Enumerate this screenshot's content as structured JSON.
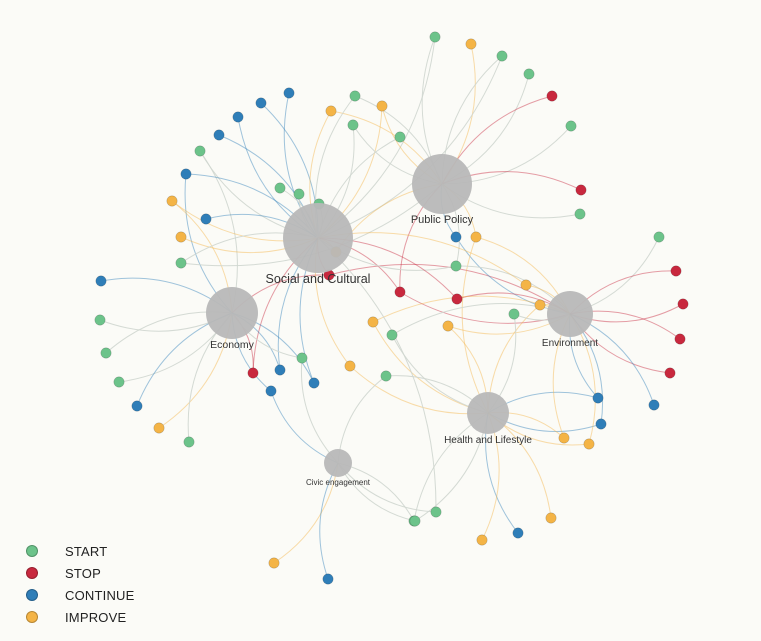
{
  "colors": {
    "START": "#6cc38a",
    "STOP": "#c8283e",
    "CONTINUE": "#2f7eb8",
    "IMPROVE": "#f4b446",
    "hub": "#b8b8b8"
  },
  "legend": [
    {
      "key": "START",
      "label": "START"
    },
    {
      "key": "STOP",
      "label": "STOP"
    },
    {
      "key": "CONTINUE",
      "label": "CONTINUE"
    },
    {
      "key": "IMPROVE",
      "label": "IMPROVE"
    }
  ],
  "hubs": [
    {
      "id": "social",
      "label": "Social and Cultural"
    },
    {
      "id": "policy",
      "label": "Public Policy"
    },
    {
      "id": "economy",
      "label": "Economy"
    },
    {
      "id": "environment",
      "label": "Environment"
    },
    {
      "id": "health",
      "label": "Health and Lifestyle"
    },
    {
      "id": "civic",
      "label": "Civic engagement"
    }
  ],
  "nodes": [
    {
      "type": "START",
      "links": [
        "policy",
        "social"
      ]
    },
    {
      "type": "IMPROVE",
      "links": [
        "policy"
      ]
    },
    {
      "type": "START",
      "links": [
        "policy",
        "social"
      ]
    },
    {
      "type": "START",
      "links": [
        "policy"
      ]
    },
    {
      "type": "STOP",
      "links": [
        "policy"
      ]
    },
    {
      "type": "START",
      "links": [
        "policy"
      ]
    },
    {
      "type": "STOP",
      "links": [
        "policy"
      ]
    },
    {
      "type": "START",
      "links": [
        "policy"
      ]
    },
    {
      "type": "CONTINUE",
      "links": [
        "social"
      ]
    },
    {
      "type": "CONTINUE",
      "links": [
        "social"
      ]
    },
    {
      "type": "CONTINUE",
      "links": [
        "social"
      ]
    },
    {
      "type": "CONTINUE",
      "links": [
        "social"
      ]
    },
    {
      "type": "START",
      "links": [
        "social",
        "economy"
      ]
    },
    {
      "type": "CONTINUE",
      "links": [
        "social",
        "economy"
      ]
    },
    {
      "type": "IMPROVE",
      "links": [
        "social",
        "economy"
      ]
    },
    {
      "type": "CONTINUE",
      "links": [
        "social"
      ]
    },
    {
      "type": "IMPROVE",
      "links": [
        "social"
      ]
    },
    {
      "type": "START",
      "links": [
        "social",
        "policy"
      ]
    },
    {
      "type": "IMPROVE",
      "links": [
        "social",
        "policy"
      ]
    },
    {
      "type": "IMPROVE",
      "links": [
        "social",
        "policy"
      ]
    },
    {
      "type": "START",
      "links": [
        "social",
        "policy"
      ]
    },
    {
      "type": "START",
      "links": [
        "social",
        "policy"
      ]
    },
    {
      "type": "START",
      "links": [
        "social"
      ]
    },
    {
      "type": "START",
      "links": [
        "social"
      ]
    },
    {
      "type": "START",
      "links": [
        "social"
      ]
    },
    {
      "type": "START",
      "links": [
        "social"
      ]
    },
    {
      "type": "IMPROVE",
      "links": [
        "social",
        "policy"
      ]
    },
    {
      "type": "STOP",
      "links": [
        "social",
        "economy",
        "environment"
      ]
    },
    {
      "type": "STOP",
      "links": [
        "social",
        "policy",
        "environment"
      ]
    },
    {
      "type": "CONTINUE",
      "links": [
        "policy",
        "environment"
      ]
    },
    {
      "type": "IMPROVE",
      "links": [
        "policy",
        "environment",
        "health"
      ]
    },
    {
      "type": "START",
      "links": [
        "social",
        "policy",
        "environment"
      ]
    },
    {
      "type": "STOP",
      "links": [
        "social",
        "environment"
      ]
    },
    {
      "type": "IMPROVE",
      "links": [
        "environment",
        "health"
      ]
    },
    {
      "type": "IMPROVE",
      "links": [
        "environment",
        "health"
      ]
    },
    {
      "type": "START",
      "links": [
        "environment",
        "health"
      ]
    },
    {
      "type": "IMPROVE",
      "links": [
        "social",
        "environment"
      ]
    },
    {
      "type": "IMPROVE",
      "links": [
        "environment",
        "health"
      ]
    },
    {
      "type": "START",
      "links": [
        "environment",
        "health"
      ]
    },
    {
      "type": "START",
      "links": [
        "environment"
      ]
    },
    {
      "type": "STOP",
      "links": [
        "environment"
      ]
    },
    {
      "type": "STOP",
      "links": [
        "environment"
      ]
    },
    {
      "type": "STOP",
      "links": [
        "environment"
      ]
    },
    {
      "type": "STOP",
      "links": [
        "environment"
      ]
    },
    {
      "type": "CONTINUE",
      "links": [
        "environment"
      ]
    },
    {
      "type": "CONTINUE",
      "links": [
        "environment",
        "health"
      ]
    },
    {
      "type": "CONTINUE",
      "links": [
        "environment",
        "health"
      ]
    },
    {
      "type": "IMPROVE",
      "links": [
        "environment",
        "health"
      ]
    },
    {
      "type": "IMPROVE",
      "links": [
        "environment",
        "health"
      ]
    },
    {
      "type": "CONTINUE",
      "links": [
        "economy"
      ]
    },
    {
      "type": "START",
      "links": [
        "economy"
      ]
    },
    {
      "type": "START",
      "links": [
        "economy"
      ]
    },
    {
      "type": "START",
      "links": [
        "economy"
      ]
    },
    {
      "type": "CONTINUE",
      "links": [
        "economy"
      ]
    },
    {
      "type": "IMPROVE",
      "links": [
        "economy"
      ]
    },
    {
      "type": "START",
      "links": [
        "economy"
      ]
    },
    {
      "type": "STOP",
      "links": [
        "economy",
        "social"
      ]
    },
    {
      "type": "CONTINUE",
      "links": [
        "economy",
        "civic"
      ]
    },
    {
      "type": "CONTINUE",
      "links": [
        "economy",
        "social"
      ]
    },
    {
      "type": "START",
      "links": [
        "economy",
        "civic"
      ]
    },
    {
      "type": "CONTINUE",
      "links": [
        "economy",
        "social"
      ]
    },
    {
      "type": "IMPROVE",
      "links": [
        "social",
        "health"
      ]
    },
    {
      "type": "START",
      "links": [
        "civic",
        "health"
      ]
    },
    {
      "type": "START",
      "links": [
        "civic",
        "social"
      ]
    },
    {
      "type": "START",
      "links": [
        "civic",
        "health"
      ]
    },
    {
      "type": "START",
      "links": [
        "civic",
        "health"
      ]
    },
    {
      "type": "IMPROVE",
      "links": [
        "civic"
      ]
    },
    {
      "type": "CONTINUE",
      "links": [
        "civic"
      ]
    },
    {
      "type": "IMPROVE",
      "links": [
        "health"
      ]
    },
    {
      "type": "CONTINUE",
      "links": [
        "health"
      ]
    },
    {
      "type": "IMPROVE",
      "links": [
        "health"
      ]
    }
  ]
}
